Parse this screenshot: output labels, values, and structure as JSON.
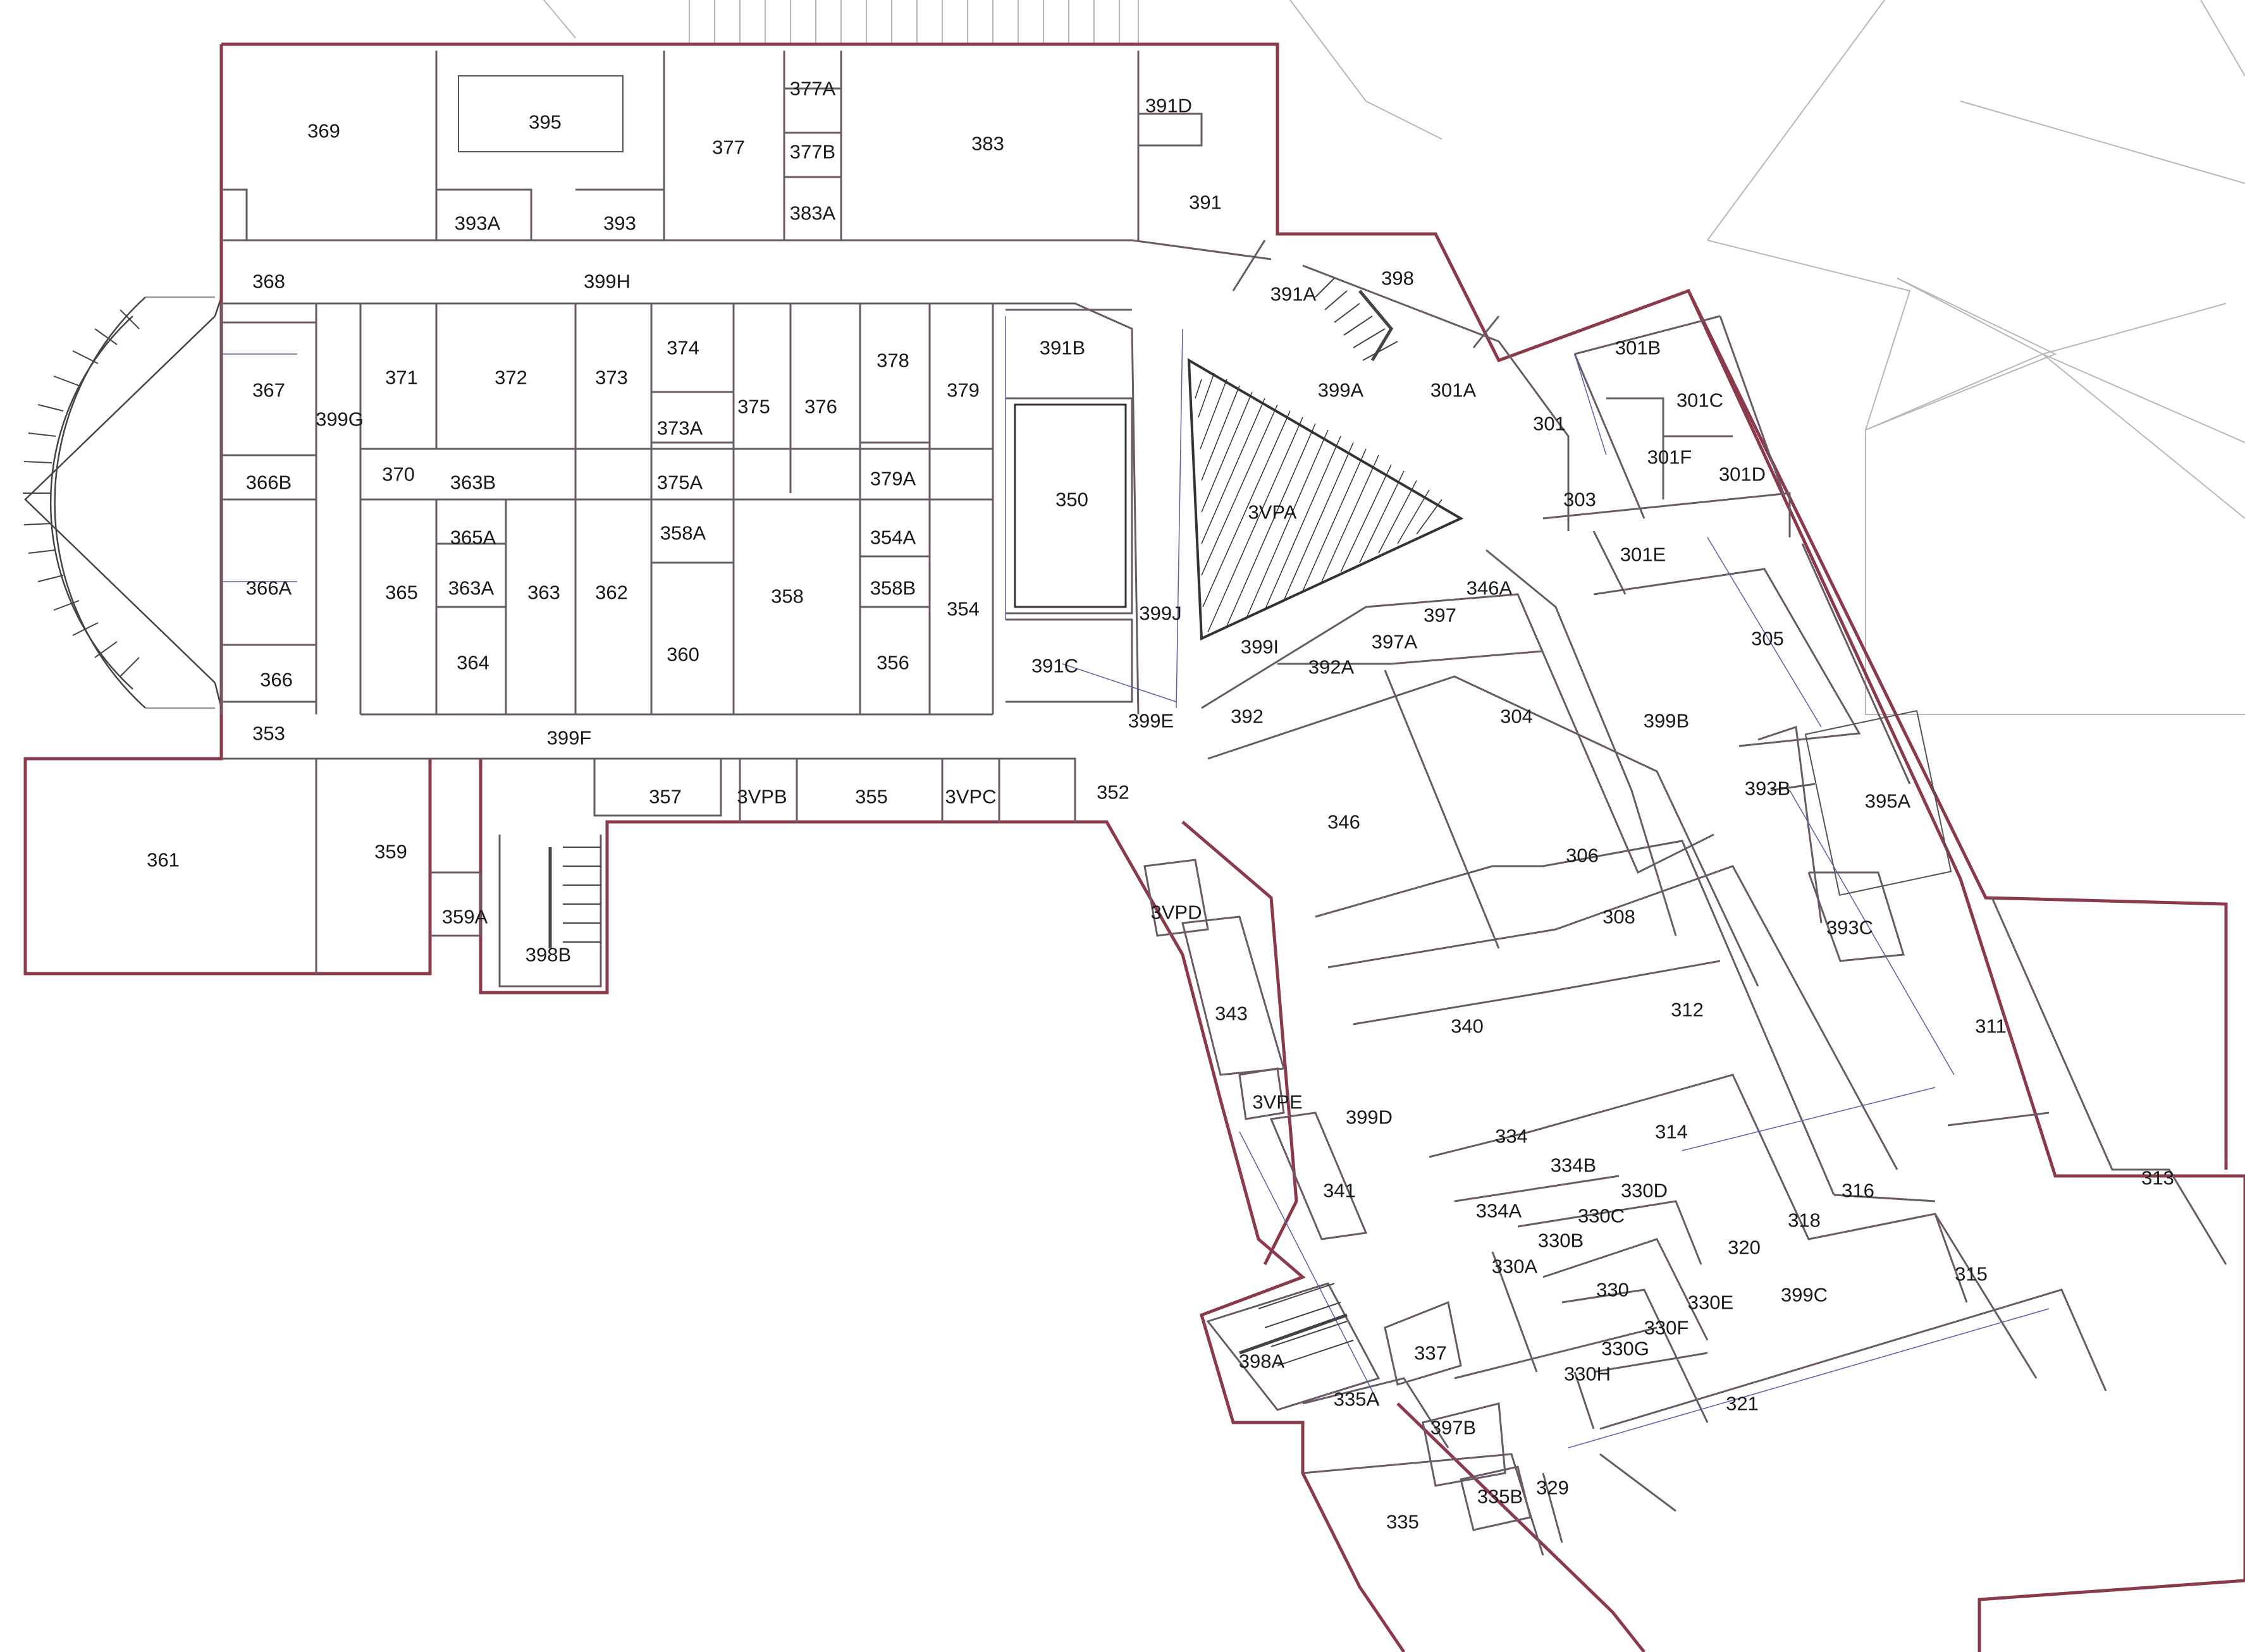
{
  "colors": {
    "background": "#ffffff",
    "outer_wall": "#8a3a4a",
    "inner_wall": "#7a5260",
    "partition": "#5a5fa8",
    "context_lines": "#b8b8b8",
    "hatch": "#333333",
    "label": "#1a1a1a"
  },
  "rooms": [
    "369",
    "395",
    "377",
    "377A",
    "377B",
    "383",
    "391D",
    "391",
    "383A",
    "393A",
    "393",
    "368",
    "399H",
    "391A",
    "398",
    "374",
    "378",
    "391B",
    "371",
    "372",
    "373",
    "375",
    "376",
    "379",
    "301B",
    "367",
    "399G",
    "399A",
    "301A",
    "301C",
    "301",
    "373A",
    "301F",
    "301D",
    "370",
    "363B",
    "375A",
    "379A",
    "350",
    "366B",
    "303",
    "3VPA",
    "365A",
    "358A",
    "354A",
    "301E",
    "366A",
    "363A",
    "358B",
    "346A",
    "365",
    "363",
    "362",
    "358",
    "354",
    "399J",
    "397",
    "305",
    "397A",
    "399I",
    "364",
    "360",
    "356",
    "391C",
    "392A",
    "366",
    "304",
    "399B",
    "399E",
    "392",
    "353",
    "399F",
    "393B",
    "352",
    "346",
    "395A",
    "357",
    "3VPB",
    "355",
    "3VPC",
    "359",
    "306",
    "361",
    "3VPD",
    "308",
    "359A",
    "393C",
    "398B",
    "343",
    "312",
    "340",
    "311",
    "3VPE",
    "399D",
    "314",
    "334",
    "334B",
    "313",
    "330D",
    "341",
    "316",
    "334A",
    "330C",
    "318",
    "330B",
    "320",
    "330A",
    "399C",
    "315",
    "330",
    "330E",
    "330F",
    "398A",
    "337",
    "330G",
    "330H",
    "321",
    "335A",
    "397B",
    "329",
    "335B",
    "335"
  ]
}
